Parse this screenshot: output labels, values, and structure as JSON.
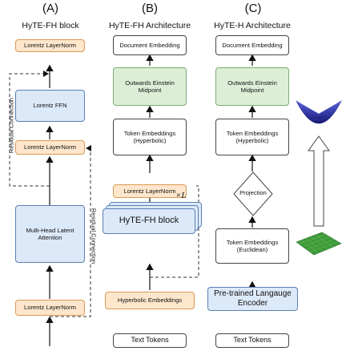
{
  "panels": {
    "a": {
      "label": "(A)",
      "title": "HyTE-FH block",
      "box_norm_top": "Lorentz LayerNorm",
      "box_ffn": "Lorentz FFN",
      "box_norm_mid": "Lorentz LayerNorm",
      "box_attention": "Multi-Head Latent Attention",
      "box_norm_bottom": "Lorentz LayerNorm",
      "residual_label": "Residual Connection"
    },
    "b": {
      "label": "(B)",
      "title": "HyTE-FH Architecture",
      "box_doc": "Document Embedding",
      "box_midpoint": "Outwards Einstein Midpoint",
      "box_tokens": "Token Embeddings (Hyperbolic)",
      "box_norm": "Lorentz LayerNorm",
      "box_block": "HyTE-FH block",
      "repeat_label": "×L",
      "box_embed": "Hyperbolic Embeddings",
      "box_input": "Text Tokens"
    },
    "c": {
      "label": "(C)",
      "title": "HyTE-H Architecture",
      "box_doc": "Document Embedding",
      "box_midpoint": "Outwards Einstein Midpoint",
      "box_tokens_hyp": "Token Embeddings (Hyperbolic)",
      "box_projection": "Projection",
      "box_tokens_euc": "Token Embeddings (Euclidean)",
      "box_encoder": "Pre-trained Langauge Encoder",
      "box_input": "Text Tokens"
    }
  },
  "colors": {
    "orange_fill": "#fde6cc",
    "blue_fill": "#dce9f8",
    "green_fill": "#dcefd6",
    "hyperbolic_surface": "#2b2fb0",
    "euclidean_plane": "#3f9a3a"
  },
  "icons": [
    "hyperbolic-surface-icon",
    "euclidean-plane-icon",
    "upward-arrow-icon"
  ]
}
